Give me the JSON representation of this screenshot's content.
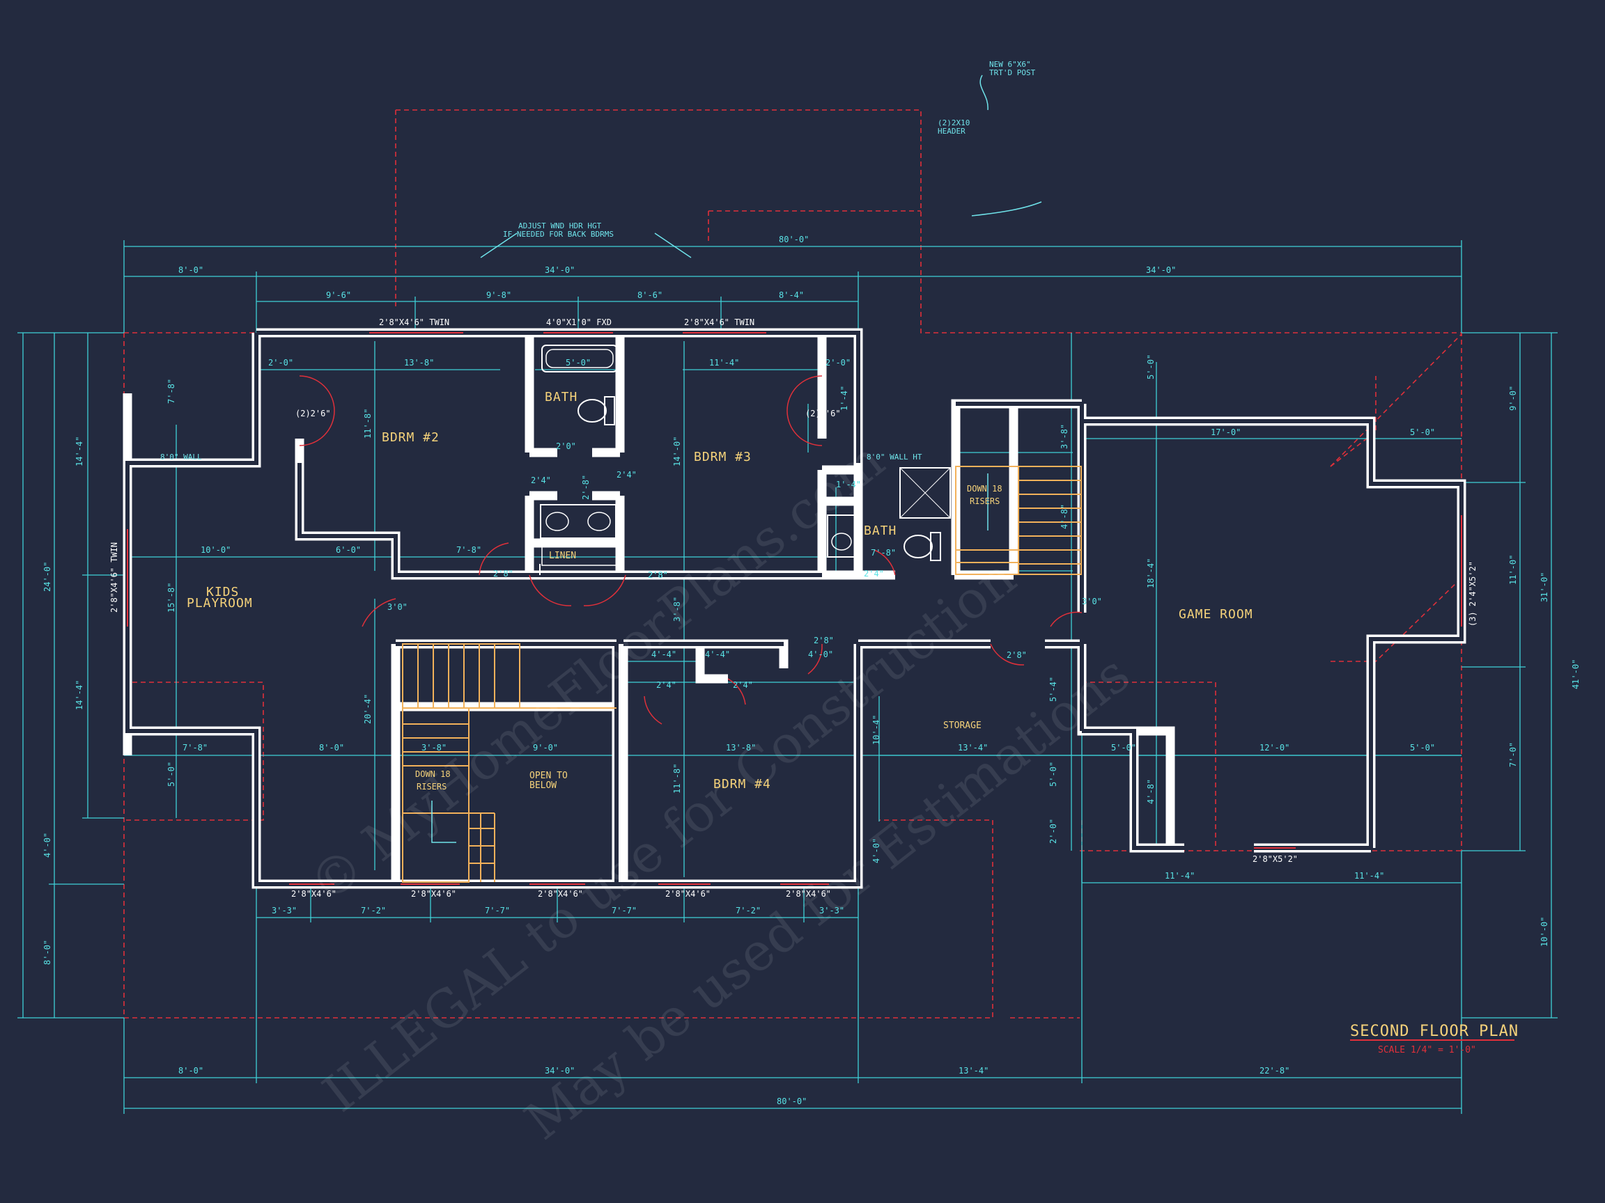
{
  "plan": {
    "title": "SECOND FLOOR PLAN",
    "scale": "SCALE 1/4\" = 1'-0\""
  },
  "rooms": {
    "bdrm2": "BDRM #2",
    "bdrm3": "BDRM #3",
    "bdrm4": "BDRM #4",
    "bath_a": "BATH",
    "bath_b": "BATH",
    "kids_1": "KIDS",
    "kids_2": "PLAYROOM",
    "game": "GAME ROOM",
    "storage": "STORAGE",
    "open_1": "OPEN TO",
    "open_2": "BELOW",
    "linen": "LINEN",
    "down1_1": "DOWN 18",
    "down1_2": "RISERS",
    "down2_1": "DOWN 18",
    "down2_2": "RISERS"
  },
  "notes": {
    "post_1": "NEW 6\"X6\"",
    "post_2": "TRT'D POST",
    "header_1": "(2)2X10",
    "header_2": "HEADER",
    "adjust_1": "ADJUST WND HDR HGT",
    "adjust_2": "IF NEEDED FOR BACK BDRMS",
    "wall_8": "8'0\" WALL",
    "wall_8ht": "8'0\" WALL HT"
  },
  "windows": {
    "w1": "2'8\"X4'6\" TWIN",
    "w2": "4'0\"X1'0\" FXD",
    "w3": "2'8\"X4'6\" TWIN",
    "w4": "2'8\"X4'6\" TWIN",
    "w5": "(3) 2'4\"X5'2\"",
    "w6": "2'8\"X5'2\"",
    "b1": "2'8\"X4'6\"",
    "b2": "2'8\"X4'6\"",
    "b3": "2'8\"X4'6\"",
    "b4": "2'8\"X4'6\"",
    "b5": "2'8\"X4'6\"",
    "closet_a": "(2)2'6\"",
    "closet_b": "(2)2'6\""
  },
  "dims": {
    "top_total": "80'-0\"",
    "top_a": "8'-0\"",
    "top_b": "34'-0\"",
    "top_c": "34'-0\"",
    "top_r1": "9'-6\"",
    "top_r2": "9'-8\"",
    "top_r3": "8'-6\"",
    "top_r4": "8'-4\"",
    "bot_total": "80'-0\"",
    "bot_a": "8'-0\"",
    "bot_b": "34'-0\"",
    "bot_c": "13'-4\"",
    "bot_d": "22'-8\"",
    "bw_1": "3'-3\"",
    "bw_2": "7'-2\"",
    "bw_3": "7'-7\"",
    "bw_4": "7'-7\"",
    "bw_5": "7'-2\"",
    "bw_6": "3'-3\"",
    "gr_b1": "11'-4\"",
    "gr_b2": "11'-4\"",
    "in_1": "13'-8\"",
    "in_2": "5'-0\"",
    "in_3": "11'-4\"",
    "in_4": "2'-0\"",
    "in_5": "2'-0\"",
    "in_6": "11'-8\"",
    "in_7": "14'-0\"",
    "in_8": "10'-0\"",
    "in_9": "6'-0\"",
    "in_10": "7'-8\"",
    "in_11": "2'8\"",
    "in_12": "2'8\"",
    "in_13": "3'0\"",
    "in_14": "3'0\"",
    "in_15": "2'4\"",
    "in_16": "2'4\"",
    "in_17": "2'0\"",
    "in_18": "7'-8\"",
    "in_19": "2'4\"",
    "in_20": "7'-8\"",
    "in_21": "8'-0\"",
    "in_22": "9'-0\"",
    "in_23": "13'-8\"",
    "in_24": "13'-4\"",
    "in_25": "5'-0\"",
    "in_26": "12'-0\"",
    "in_27": "5'-0\"",
    "in_28": "17'-0\"",
    "in_29": "5'-0\"",
    "in_30": "4'-4\"",
    "in_31": "4'-4\"",
    "in_32": "4'-0\"",
    "in_33": "2'4\"",
    "in_34": "2'4\"",
    "in_35": "2'8\"",
    "in_36": "2'8\"",
    "in_37": "3'-8\"",
    "in_38": "2'8\"",
    "v_1": "7'-8\"",
    "v_2": "15'-8\"",
    "v_3": "5'-0\"",
    "v_4": "14'-4\"",
    "v_5": "14'-4\"",
    "v_6": "24'-0\"",
    "v_7": "4'-0\"",
    "v_8": "8'-0\"",
    "v_9": "20'-4\"",
    "v_10": "3'-8\"",
    "v_11": "11'-8\"",
    "v_12": "10'-4\"",
    "v_13": "4'-0\"",
    "v_14": "3'-8\"",
    "v_15": "4'-8\"",
    "v_16": "5'-0\"",
    "v_17": "18'-4\"",
    "v_18": "4'-8\"",
    "v_19": "5'-4\"",
    "v_20": "5'-0\"",
    "v_21": "2'-0\"",
    "v_22": "9'-0\"",
    "v_23": "11'-0\"",
    "v_24": "7'-0\"",
    "v_25": "31'-0\"",
    "v_26": "41'-0\"",
    "v_27": "10'-0\"",
    "v_28": "1'-4\"",
    "v_29": "1'-4\"",
    "v_30": "2'-8\""
  },
  "watermark": {
    "line1": "© MyHomeFloorPlans.com",
    "line2": "ILLEGAL to use for Construction",
    "line3": "May be used for Estimations"
  },
  "colors": {
    "background": "#232a3f",
    "dimension": "#59e3e6",
    "wall": "#ffffff",
    "roof_line": "#e0303a",
    "label": "#f5d27a"
  }
}
